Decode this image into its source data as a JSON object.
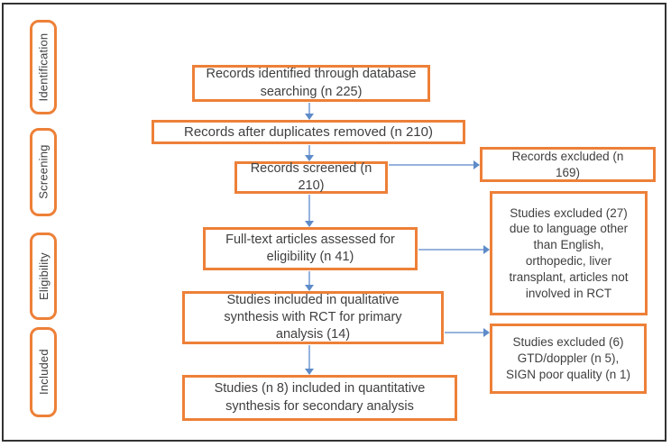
{
  "diagram": {
    "kind": "prisma-study-selection-flow",
    "stages": [
      {
        "label": "Identification"
      },
      {
        "label": "Screening"
      },
      {
        "label": "Eligibility"
      },
      {
        "label": "Included"
      }
    ],
    "flow_boxes": {
      "identified": {
        "label": "Records identified through database searching (n 225)",
        "n": 225
      },
      "after_duplicates": {
        "label": "Records after duplicates removed (n 210)",
        "n": 210
      },
      "screened": {
        "label": "Records screened (n 210)",
        "n": 210
      },
      "fulltext": {
        "label": "Full-text articles assessed for eligibility (n 41)",
        "n": 41
      },
      "qualitative": {
        "label": "Studies included in qualitative synthesis with RCT for primary analysis (14)",
        "n": 14
      },
      "quantitative": {
        "label": "Studies (n 8) included in quantitative synthesis for secondary analysis",
        "n": 8
      }
    },
    "exclusion_boxes": {
      "records_excluded": {
        "label": "Records excluded (n 169)",
        "n": 169
      },
      "studies_excluded_27": {
        "label": "Studies excluded (27) due to language other than English, orthopedic, liver transplant, articles not involved in RCT",
        "n": 27
      },
      "studies_excluded_6": {
        "label": "Studies excluded (6) GTD/doppler (n 5), SIGN poor quality (n 1)",
        "n": 6
      }
    },
    "colors": {
      "box_border": "#ED8038",
      "arrow": "#97B3DD",
      "arrow_head": "#5E8BC9",
      "text": "#3F3F3F",
      "frame": "#333333"
    }
  }
}
